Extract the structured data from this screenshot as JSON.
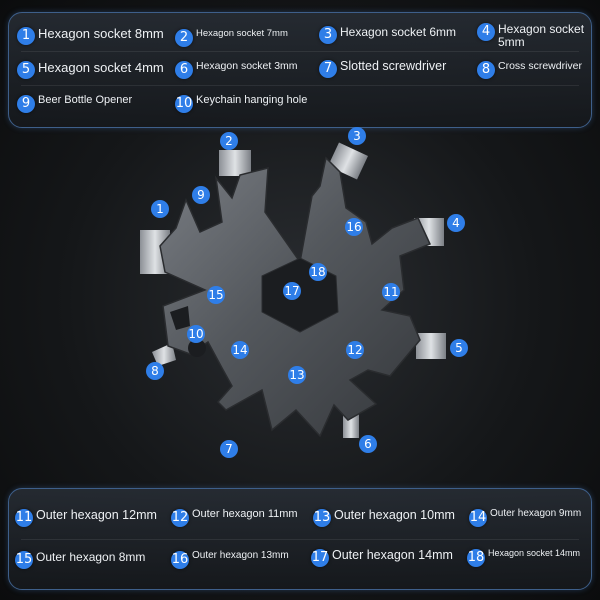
{
  "legend_top": [
    {
      "num": "1",
      "label": "Hexagon socket 8mm"
    },
    {
      "num": "2",
      "label": "Hexagon socket 7mm"
    },
    {
      "num": "3",
      "label": "Hexagon socket 6mm"
    },
    {
      "num": "4",
      "label": "Hexagon socket 5mm"
    },
    {
      "num": "5",
      "label": "Hexagon socket 4mm"
    },
    {
      "num": "6",
      "label": "Hexagon socket 3mm"
    },
    {
      "num": "7",
      "label": "Slotted screwdriver"
    },
    {
      "num": "8",
      "label": "Cross screwdriver"
    },
    {
      "num": "9",
      "label": "Beer Bottle Opener"
    },
    {
      "num": "10",
      "label": "Keychain hanging hole"
    }
  ],
  "legend_bottom": [
    {
      "num": "11",
      "label": "Outer hexagon 12mm"
    },
    {
      "num": "12",
      "label": "Outer hexagon 11mm"
    },
    {
      "num": "13",
      "label": "Outer hexagon 10mm"
    },
    {
      "num": "14",
      "label": "Outer hexagon 9mm"
    },
    {
      "num": "15",
      "label": "Outer hexagon 8mm"
    },
    {
      "num": "16",
      "label": "Outer hexagon 13mm"
    },
    {
      "num": "17",
      "label": "Outer hexagon 14mm"
    },
    {
      "num": "18",
      "label": "Hexagon socket 14mm"
    }
  ],
  "callouts": [
    "1",
    "2",
    "3",
    "4",
    "5",
    "6",
    "7",
    "8",
    "9",
    "10",
    "11",
    "12",
    "13",
    "14",
    "15",
    "16",
    "17",
    "18"
  ],
  "colors": {
    "badge": "#2f7ee8",
    "panel_border": "#3e5f8a",
    "metal": "#5d6166"
  }
}
